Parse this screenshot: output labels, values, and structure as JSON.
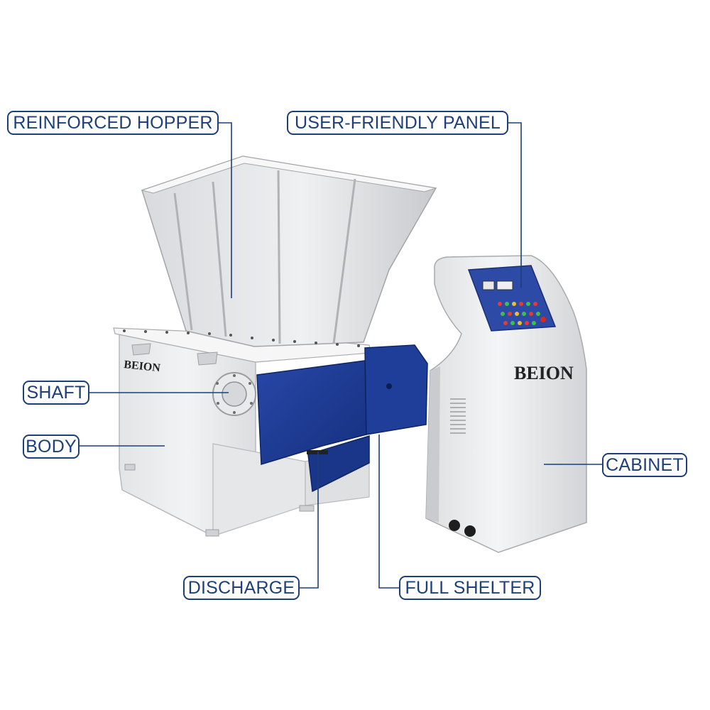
{
  "labels": {
    "reinforced_hopper": "REINFORCED HOPPER",
    "user_friendly_panel": "USER-FRIENDLY PANEL",
    "shaft": "SHAFT",
    "body": "BODY",
    "cabinet": "CABINET",
    "discharge": "DISCHARGE",
    "full_shelter": "FULL SHELTER"
  },
  "brand": {
    "machine_logo": "BEION",
    "cabinet_logo": "BEION"
  },
  "colors": {
    "label_border": "#1d3f7a",
    "label_text": "#1d3f7a",
    "leader_line": "#1d3f7a",
    "machine_body": "#ededed",
    "machine_blue": "#1e3f9e",
    "panel_blue": "#2c4aa6",
    "background": "#ffffff"
  }
}
